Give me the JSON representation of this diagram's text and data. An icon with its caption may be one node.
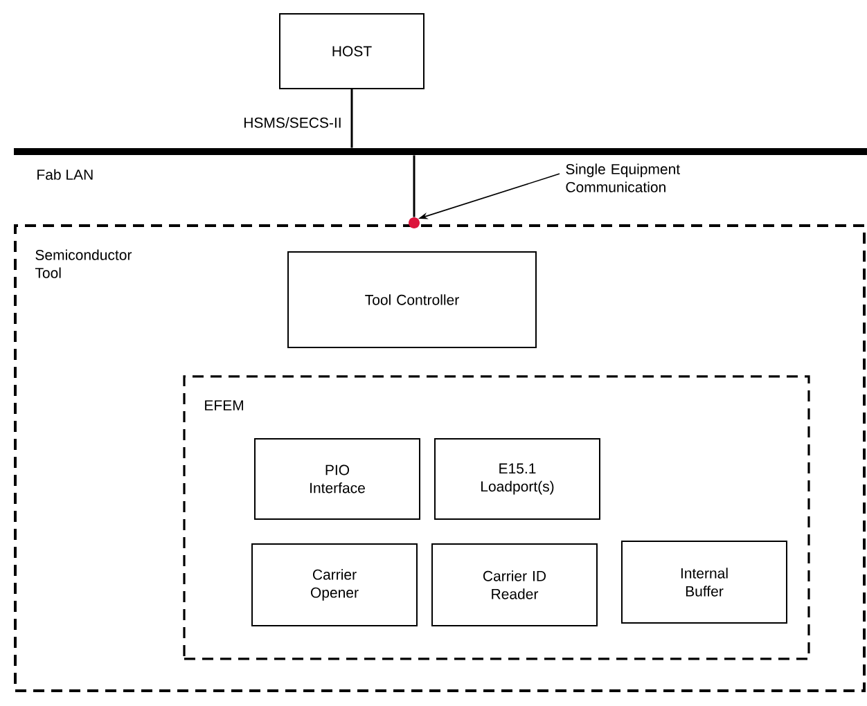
{
  "diagram": {
    "nodes": [
      {
        "text": [
          "HOST"
        ]
      },
      {
        "text": [
          "Fab LAN"
        ]
      },
      {
        "text": [
          "Semiconductor Tool"
        ]
      },
      {
        "text": [
          "Tool Controller"
        ],
        "in": 2
      },
      {
        "text": [
          "EFEM"
        ],
        "in": 2
      },
      {
        "text": [
          "PIO Interface"
        ],
        "in": 4
      },
      {
        "text": [
          "E15.1 Loadport(s)"
        ],
        "in": 4
      },
      {
        "text": [
          "Carrier Opener"
        ],
        "in": 4
      },
      {
        "text": [
          "Carrier ID Reader"
        ],
        "in": 4
      },
      {
        "text": [
          "Internal Buffer"
        ],
        "in": 4
      },
      {
        "text": [
          "Single Equipment Communication"
        ]
      },
      {
        "text": [],
        "shape": "circle"
      }
    ],
    "edges": [
      {
        "from": 0,
        "to": 1,
        "arrow": "none",
        "label": "HSMS/SECS-II"
      },
      {
        "from": 1,
        "to": 11,
        "arrow": "none"
      },
      {
        "from": 10,
        "to": 11,
        "arrow": "to"
      }
    ]
  }
}
